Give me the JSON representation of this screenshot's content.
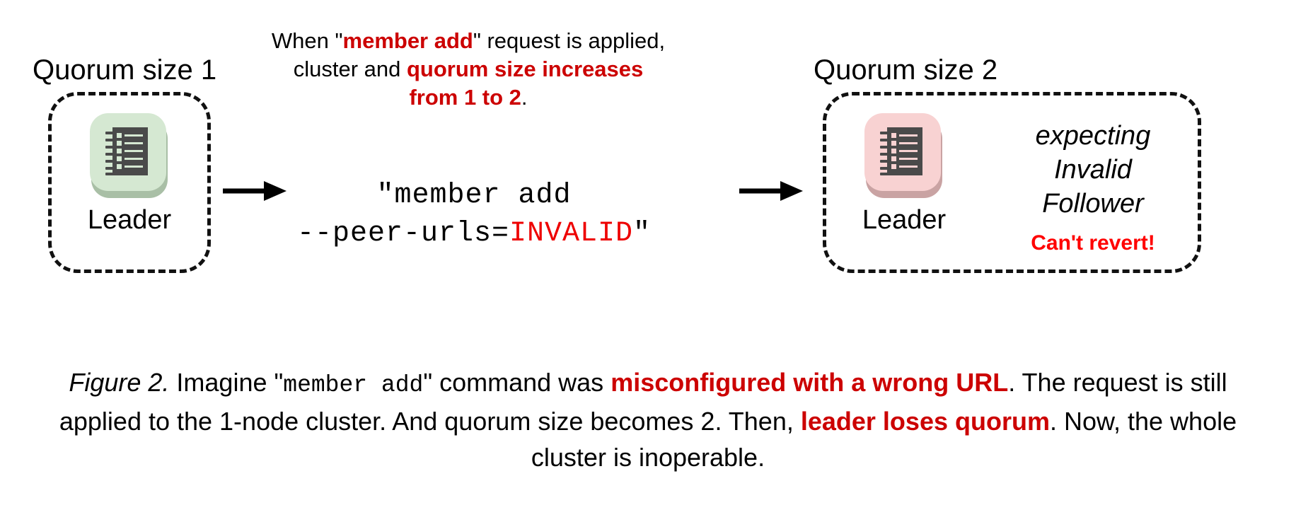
{
  "figure": {
    "clusters": {
      "left": {
        "title": "Quorum size 1",
        "node_label": "Leader",
        "icon": "server-rack-icon",
        "tile_color": "#D5E8D2",
        "shadow_color": "#A9BFA6",
        "body_color": "#4A4A4A"
      },
      "right": {
        "title": "Quorum size 2",
        "node_label": "Leader",
        "icon": "server-rack-icon",
        "tile_color": "#F8D2D2",
        "shadow_color": "#C9A3A3",
        "body_color": "#4A4A4A",
        "expecting_lines": [
          "expecting",
          "Invalid",
          "Follower"
        ],
        "warning": "Can't revert!"
      }
    },
    "top_note": {
      "line1_pre": "When \"",
      "line1_red": "member add",
      "line1_post": "\" request is applied,",
      "line2_pre": "cluster and ",
      "line2_red": "quorum size increases",
      "line3_red": "from 1 to 2",
      "line3_post": "."
    },
    "command": {
      "line1": "\"member add",
      "line2_pre": "--peer-urls=",
      "line2_red": "INVALID",
      "line2_post": "\""
    },
    "arrows": {
      "first": "arrow-right-icon",
      "second": "arrow-right-icon"
    },
    "caption": {
      "label": "Figure 2.",
      "seg1": " Imagine \"",
      "mono1": "member add",
      "seg2": "\" command was ",
      "red1": "misconfigured with a wrong URL",
      "seg3": ". The request is still applied to the 1-node cluster. And quorum size becomes 2. Then, ",
      "red2": "leader loses quorum",
      "seg4": ". Now, the whole cluster is inoperable."
    },
    "colors": {
      "dark_red": "#CC0000",
      "bright_red": "#FF0000",
      "invalid_red": "#EE0000",
      "dash_border": "#111111",
      "background": "#FFFFFF"
    }
  }
}
